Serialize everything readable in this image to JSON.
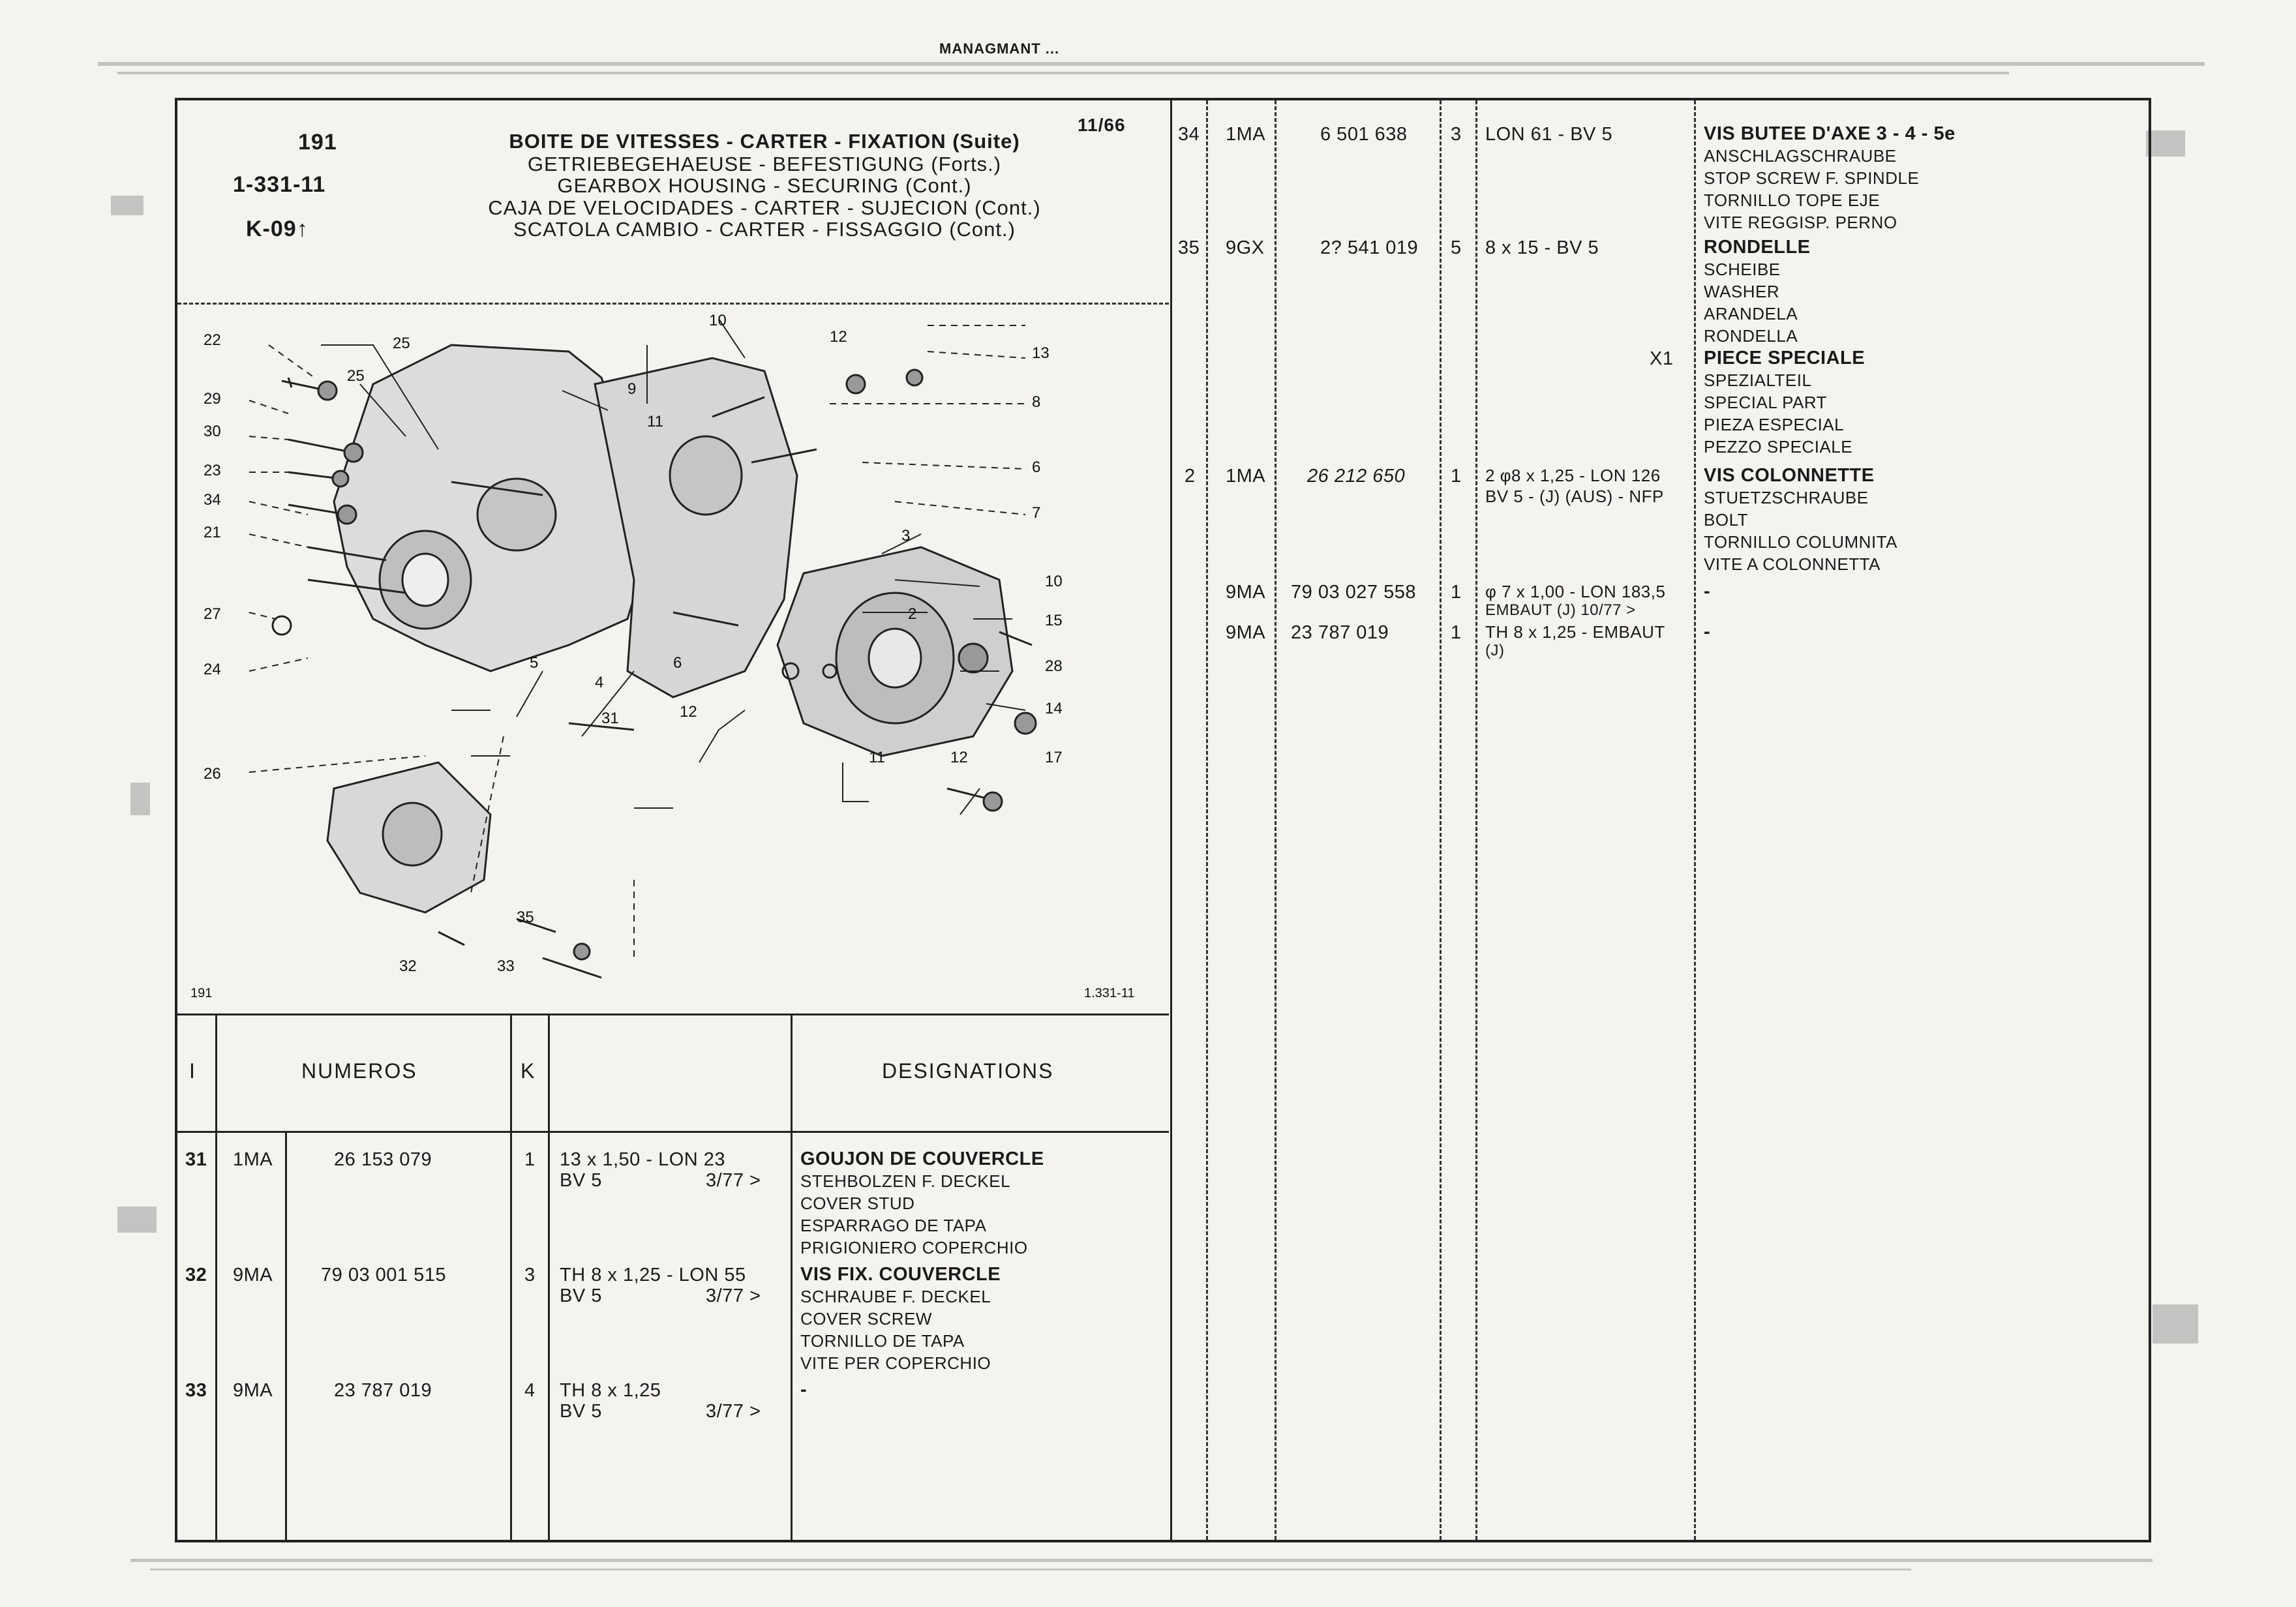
{
  "top_mark": "MANAGMANT  ...",
  "header": {
    "group": "191",
    "ref": "1-331-11",
    "k": "K-09",
    "date": "11/66",
    "titles": [
      "BOITE DE VITESSES - CARTER - FIXATION (Suite)",
      "GETRIEBEGEHAEUSE - BEFESTIGUNG (Forts.)",
      "GEARBOX HOUSING - SECURING (Cont.)",
      "CAJA DE VELOCIDADES - CARTER - SUJECION (Cont.)",
      "SCATOLA CAMBIO - CARTER - FISSAGGIO (Cont.)"
    ]
  },
  "diagram": {
    "corner_left": "191",
    "corner_right": "1.331-11",
    "callouts": [
      "22",
      "29",
      "30",
      "23",
      "34",
      "21",
      "27",
      "25",
      "26",
      "24",
      "25",
      "9",
      "11",
      "10",
      "12",
      "13",
      "8",
      "6",
      "3",
      "7",
      "2",
      "10",
      "15",
      "28",
      "14",
      "17",
      "12",
      "11",
      "5",
      "4",
      "6",
      "12",
      "31",
      "35",
      "32",
      "33"
    ]
  },
  "left_table": {
    "headers": {
      "index": "I",
      "numeros": "NUMEROS",
      "k": "K",
      "designations": "DESIGNATIONS"
    },
    "rows": [
      {
        "item": "31",
        "code": "1MA",
        "part": "26 153 079",
        "qty": "1",
        "spec": [
          "13 x 1,50 - LON 23",
          "BV 5"
        ],
        "date": "3/77 >",
        "desc": [
          "GOUJON DE COUVERCLE",
          "STEHBOLZEN F. DECKEL",
          "COVER STUD",
          "ESPARRAGO DE TAPA",
          "PRIGIONIERO COPERCHIO"
        ]
      },
      {
        "item": "32",
        "code": "9MA",
        "part": "79 03 001 515",
        "qty": "3",
        "spec": [
          "TH 8 x 1,25 - LON 55",
          "BV 5"
        ],
        "date": "3/77 >",
        "desc": [
          "VIS FIX. COUVERCLE",
          "SCHRAUBE F. DECKEL",
          "COVER SCREW",
          "TORNILLO DE TAPA",
          "VITE PER COPERCHIO"
        ]
      },
      {
        "item": "33",
        "code": "9MA",
        "part": "23 787 019",
        "qty": "4",
        "spec": [
          "TH 8 x 1,25",
          "BV 5"
        ],
        "date": "3/77 >",
        "desc": [
          "-"
        ]
      }
    ]
  },
  "right_table": {
    "rows": [
      {
        "item": "34",
        "code": "1MA",
        "part": "6 501 638",
        "qty": "3",
        "spec": [
          "LON 61 - BV 5"
        ],
        "desc": [
          "VIS BUTEE D'AXE 3 - 4 - 5e",
          "ANSCHLAGSCHRAUBE",
          "STOP SCREW F. SPINDLE",
          "TORNILLO TOPE EJE",
          "VITE REGGISP. PERNO"
        ]
      },
      {
        "item": "35",
        "code": "9GX",
        "part": "2? 541 019",
        "qty": "5",
        "spec": [
          "8 x 15 - BV 5"
        ],
        "desc": [
          "RONDELLE",
          "SCHEIBE",
          "WASHER",
          "ARANDELA",
          "RONDELLA"
        ]
      },
      {
        "item": "",
        "code": "",
        "part": "",
        "qty": "",
        "spec": [
          "X1"
        ],
        "desc": [
          "PIECE SPECIALE",
          "SPEZIALTEIL",
          "SPECIAL PART",
          "PIEZA ESPECIAL",
          "PEZZO SPECIALE"
        ]
      },
      {
        "item": "2",
        "code": "1MA",
        "part": "26 212 650",
        "qty": "1",
        "spec": [
          "2 φ8 x 1,25 - LON 126",
          "BV 5 - (J) (AUS) - NFP"
        ],
        "desc": [
          "VIS COLONNETTE",
          "STUETZSCHRAUBE",
          "BOLT",
          "TORNILLO COLUMNITA",
          "VITE A COLONNETTA"
        ]
      },
      {
        "item": "",
        "code": "9MA",
        "part": "79 03 027 558",
        "qty": "1",
        "spec": [
          "φ 7 x 1,00 - LON 183,5",
          "EMBAUT (J)   10/77 >"
        ],
        "desc": [
          "-"
        ]
      },
      {
        "item": "",
        "code": "9MA",
        "part": "23 787 019",
        "qty": "1",
        "spec": [
          "TH 8 x 1,25 - EMBAUT",
          "(J)"
        ],
        "desc": [
          "-"
        ]
      }
    ]
  }
}
